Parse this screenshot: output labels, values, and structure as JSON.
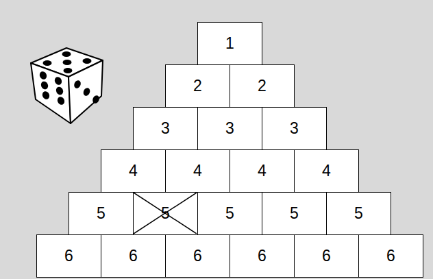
{
  "diagram": {
    "nodes": [
      {
        "text": [
          "1"
        ]
      },
      {
        "text": [
          "2"
        ]
      },
      {
        "text": [
          "2"
        ]
      },
      {
        "text": [
          "3"
        ]
      },
      {
        "text": [
          "3"
        ]
      },
      {
        "text": [
          "3"
        ]
      },
      {
        "text": [
          "4"
        ]
      },
      {
        "text": [
          "4"
        ]
      },
      {
        "text": [
          "4"
        ]
      },
      {
        "text": [
          "4"
        ]
      },
      {
        "text": [
          "5"
        ]
      },
      {
        "text": [
          "5"
        ]
      },
      {
        "text": [
          "5"
        ]
      },
      {
        "text": [
          "5"
        ]
      },
      {
        "text": [
          "5"
        ]
      },
      {
        "text": [
          "6"
        ]
      },
      {
        "text": [
          "6"
        ]
      },
      {
        "text": [
          "6"
        ]
      },
      {
        "text": [
          "6"
        ]
      },
      {
        "text": [
          "6"
        ]
      },
      {
        "text": [
          "6"
        ]
      }
    ]
  }
}
